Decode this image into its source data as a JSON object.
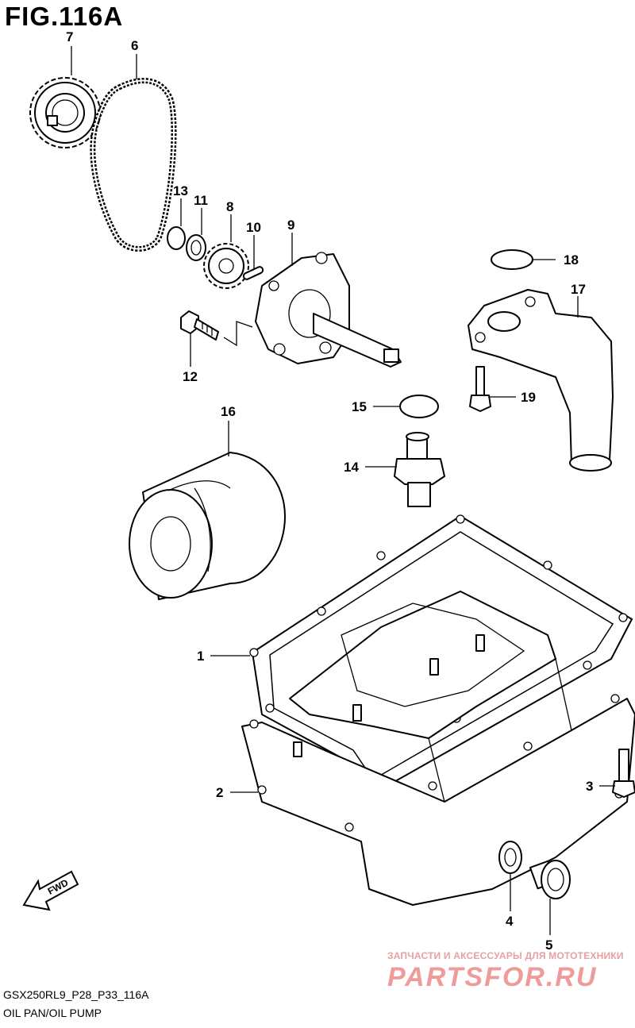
{
  "figure": {
    "title": "FIG.116A",
    "code": "GSX250RL9_P28_P33_116A",
    "caption": "OIL PAN/OIL PUMP"
  },
  "callouts": [
    {
      "id": "7",
      "label": "7"
    },
    {
      "id": "6",
      "label": "6"
    },
    {
      "id": "13",
      "label": "13"
    },
    {
      "id": "11",
      "label": "11"
    },
    {
      "id": "8",
      "label": "8"
    },
    {
      "id": "10",
      "label": "10"
    },
    {
      "id": "9",
      "label": "9"
    },
    {
      "id": "12",
      "label": "12"
    },
    {
      "id": "18",
      "label": "18"
    },
    {
      "id": "17",
      "label": "17"
    },
    {
      "id": "19",
      "label": "19"
    },
    {
      "id": "15",
      "label": "15"
    },
    {
      "id": "16",
      "label": "16"
    },
    {
      "id": "14",
      "label": "14"
    },
    {
      "id": "1",
      "label": "1"
    },
    {
      "id": "2",
      "label": "2"
    },
    {
      "id": "3",
      "label": "3"
    },
    {
      "id": "4",
      "label": "4"
    },
    {
      "id": "5",
      "label": "5"
    }
  ],
  "direction_arrow": {
    "label": "FWD"
  },
  "watermark": {
    "line1": "ЗАПЧАСТИ И АКСЕССУАРЫ ДЛЯ МОТОТЕХНИКИ",
    "line2": "PARTSFOR.RU"
  }
}
